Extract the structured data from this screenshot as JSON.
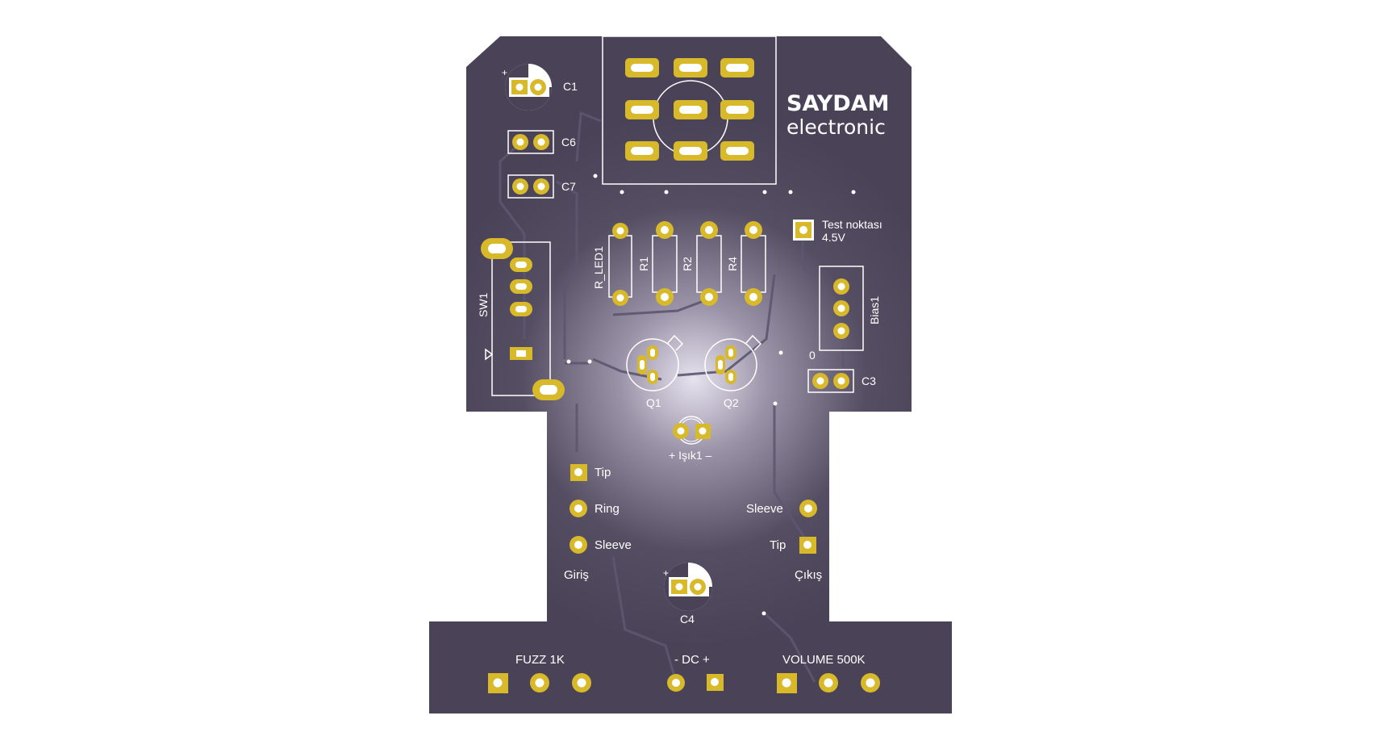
{
  "board": {
    "colors": {
      "board": "#4a4358",
      "glow": "#e6e2ee",
      "pad": "#d8b92a",
      "silk": "#ffffff",
      "trace": "#5d5670"
    }
  },
  "logo": {
    "line1": "SAYDAM",
    "line2": "electronic"
  },
  "labels": {
    "c1": "C1",
    "c6": "C6",
    "c7": "C7",
    "c3": "C3",
    "c4": "C4",
    "sw1": "SW1",
    "r_led1": "R_LED1",
    "r1": "R1",
    "r2": "R2",
    "r4": "R4",
    "test_point_1": "Test noktası",
    "test_point_2": "4.5V",
    "bias1": "Bias1",
    "bias_zero": "0",
    "q1": "Q1",
    "q2": "Q2",
    "isik1": "+ Işık1 –",
    "in_tip": "Tip",
    "in_ring": "Ring",
    "in_sleeve": "Sleeve",
    "giris": "Giriş",
    "out_sleeve": "Sleeve",
    "out_tip": "Tip",
    "cikis": "Çıkış",
    "fuzz": "FUZZ 1K",
    "dc": "- DC +",
    "volume": "VOLUME 500K",
    "plus": "+"
  }
}
